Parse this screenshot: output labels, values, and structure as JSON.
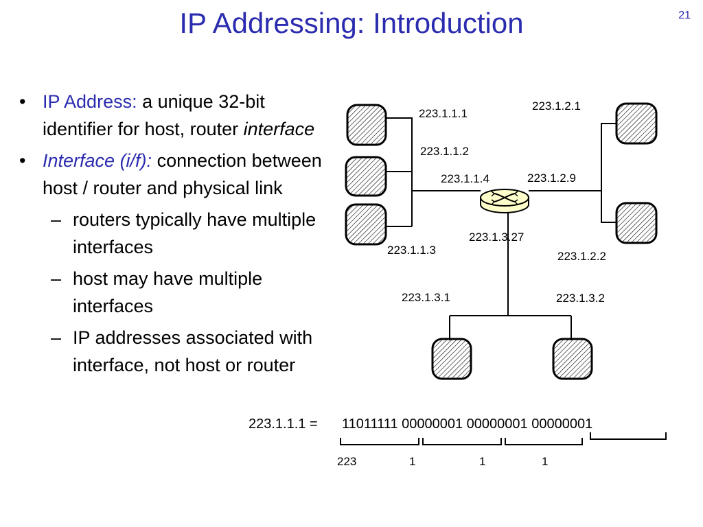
{
  "slide": {
    "title": "IP Addressing: Introduction",
    "number": "21"
  },
  "bullets": {
    "b1": {
      "term": "IP Address:",
      "rest": " a unique 32-bit identifier for host, router ",
      "emph": "interface"
    },
    "b2": {
      "term": "Interface",
      "term2": " (i/f):",
      "rest": " connection between host / router and physical link"
    },
    "subs": [
      "routers typically have multiple interfaces",
      "host may have multiple interfaces",
      "IP addresses associated with interface, not host or router"
    ]
  },
  "labels": {
    "a1": "223.1.1.1",
    "a2": "223.1.1.2",
    "a3": "223.1.1.3",
    "a4": "223.1.1.4",
    "b1": "223.1.2.1",
    "b9": "223.1.2.9",
    "b2": "223.1.2.2",
    "c27": "223.1.3.27",
    "c1": "223.1.3.1",
    "c2": "223.1.3.2"
  },
  "binary": {
    "lhs": "223.1.1.1 =",
    "bits": "11011111 00000001 00000001 00000001",
    "octets": [
      "223",
      "1",
      "1",
      "1"
    ]
  },
  "colors": {
    "title": "#2b2bb0",
    "router": "#ffffcc"
  }
}
